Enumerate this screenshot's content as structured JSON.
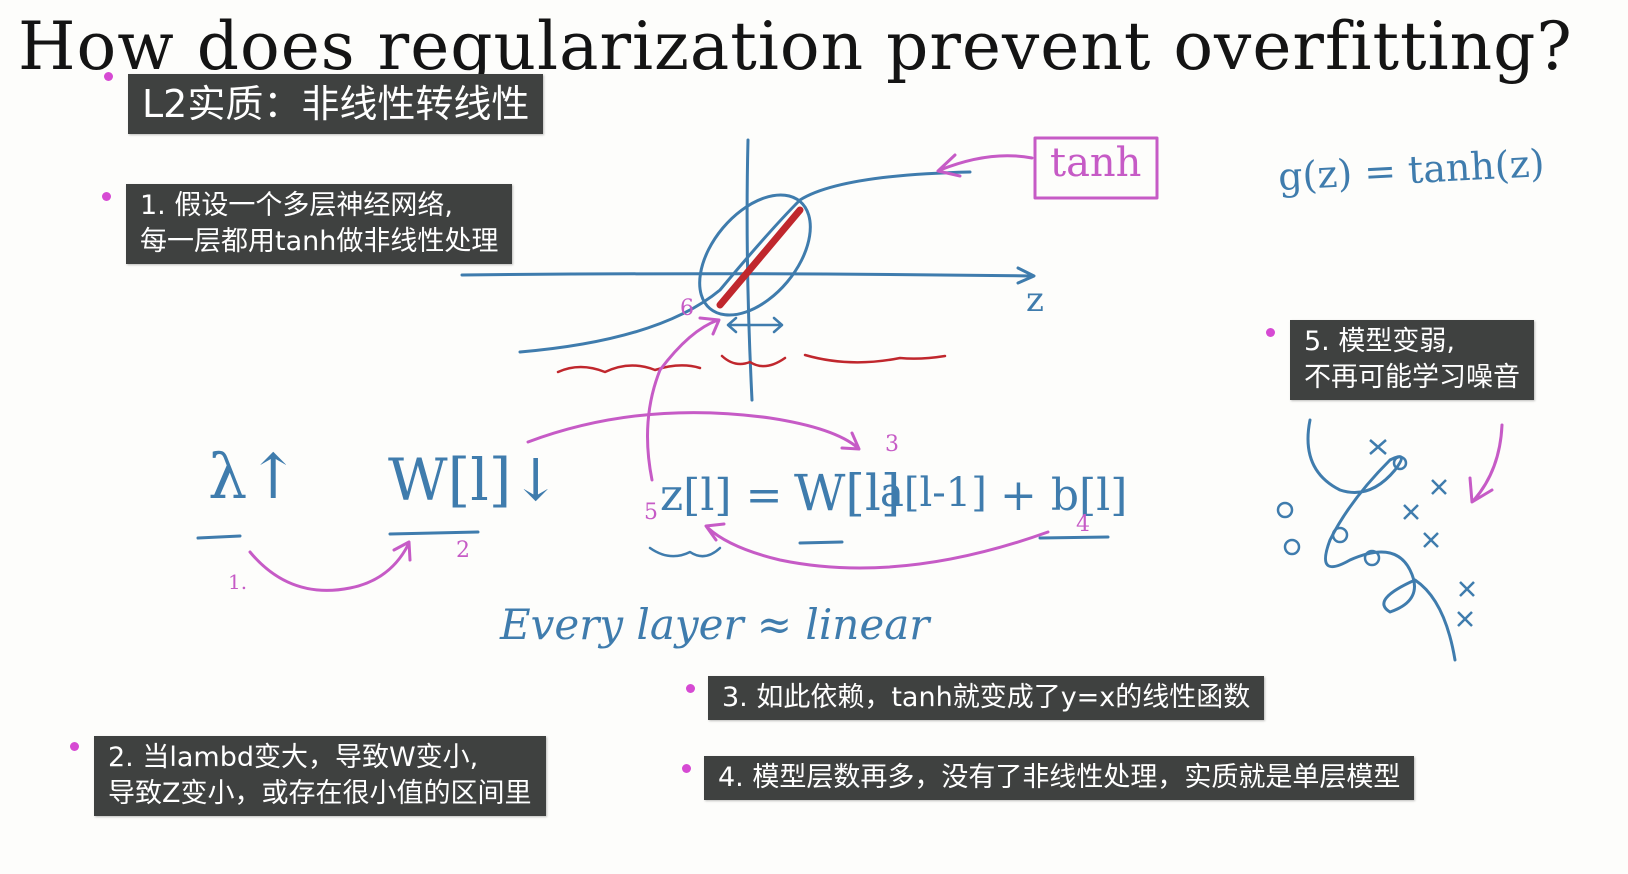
{
  "title": "How does regularization prevent overfitting?",
  "header_note": "L2实质：非线性转线性",
  "notes": {
    "n1": "1. 假设一个多层神经网络,\n每一层都用tanh做非线性处理",
    "n2": "2. 当lambd变大，导致W变小,\n导致Z变小，或存在很小值的区间里",
    "n3": "3. 如此依赖，tanh就变成了y=x的线性函数",
    "n4": "4. 模型层数再多，没有了非线性处理，实质就是单层模型",
    "n5": "5. 模型变弱,\n不再可能学习噪音"
  },
  "handwriting": {
    "tanh_box": "tanh",
    "g_def": "g(z) = tanh(z)",
    "z_axis": "z",
    "lambda": "λ↑",
    "w_down": "W[l]↓",
    "equation_lhs": "z[l] =",
    "equation_w": "W[l]",
    "equation_a": "a[l-1]",
    "equation_b": "+ b[l]",
    "every_layer": "Every layer ≈ linear",
    "step_labels": [
      "1.",
      "2",
      "3",
      "4",
      "5",
      "6"
    ]
  },
  "colors": {
    "pen_blue": "#3f7cad",
    "pen_magenta": "#c65bc6",
    "pen_red": "#c0272d",
    "note_bg": "#3f4140",
    "bullet": "#d64ad3"
  }
}
